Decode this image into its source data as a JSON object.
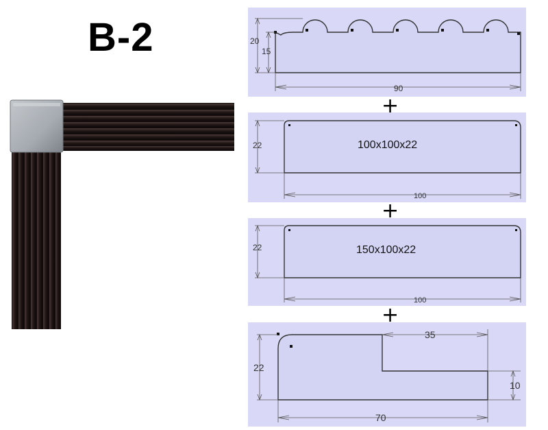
{
  "title": "B-2",
  "panels": [
    {
      "dims": [
        "20",
        "15",
        "90"
      ],
      "label": ""
    },
    {
      "dims": [
        "22",
        "100"
      ],
      "label": "100x100x22"
    },
    {
      "dims": [
        "22",
        "100"
      ],
      "label": "150x100x22"
    },
    {
      "dims": [
        "22",
        "35",
        "10",
        "70"
      ],
      "label": ""
    }
  ],
  "plus_sign": "+",
  "colors": {
    "panel_bg": "#d9d9f7",
    "profile_fill": "#d3d3f4",
    "stroke": "#333333",
    "corner_piece": "#a9aeb4",
    "moulding": "#2a1d1c"
  }
}
